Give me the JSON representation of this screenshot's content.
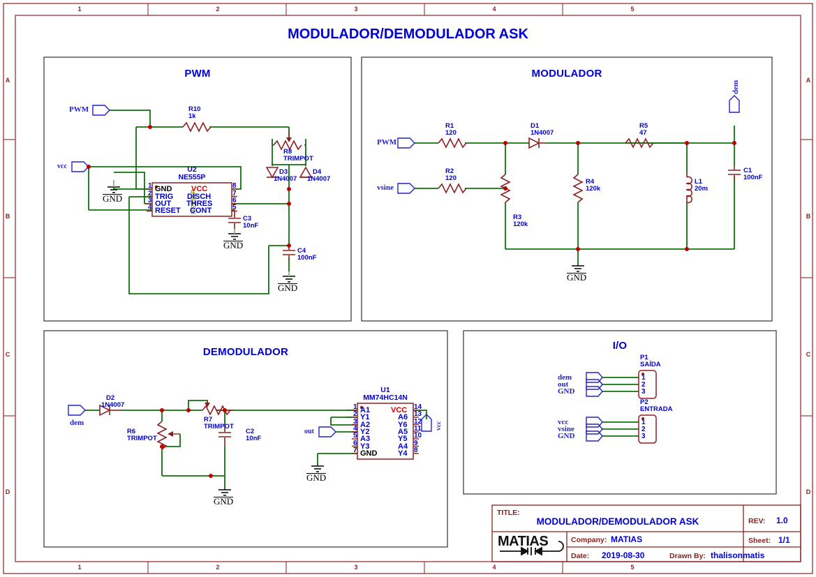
{
  "document": {
    "main_title": "MODULADOR/DEMODULADOR ASK",
    "frame_columns": [
      "1",
      "2",
      "3",
      "4",
      "5"
    ],
    "frame_rows": [
      "A",
      "B",
      "C",
      "D"
    ]
  },
  "blocks": {
    "pwm": {
      "title": "PWM"
    },
    "modulador": {
      "title": "MODULADOR"
    },
    "demodulador": {
      "title": "DEMODULADOR"
    },
    "io": {
      "title": "I/O"
    }
  },
  "pwm_circuit": {
    "flags": [
      {
        "name": "PWM",
        "label": "PWM"
      },
      {
        "name": "vcc",
        "label": "vcc"
      }
    ],
    "ic": {
      "ref": "U2",
      "part": "NE555P",
      "body_text": "NE555P",
      "pins_left": [
        {
          "num": "1",
          "name": "GND"
        },
        {
          "num": "2",
          "name": "TRIG"
        },
        {
          "num": "3",
          "name": "OUT"
        },
        {
          "num": "4",
          "name": "RESET"
        }
      ],
      "pins_right": [
        {
          "num": "8",
          "name": "VCC"
        },
        {
          "num": "7",
          "name": "DISCH"
        },
        {
          "num": "6",
          "name": "THRES"
        },
        {
          "num": "5",
          "name": "CONT"
        }
      ]
    },
    "components": [
      {
        "ref": "R10",
        "value": "1k"
      },
      {
        "ref": "R8",
        "value": "TRIMPOT"
      },
      {
        "ref": "D3",
        "value": "1N4007"
      },
      {
        "ref": "D4",
        "value": "1N4007"
      },
      {
        "ref": "C3",
        "value": "10nF"
      },
      {
        "ref": "C4",
        "value": "100nF"
      }
    ],
    "ground_label": "GND",
    "ground_count": 3
  },
  "modulador_circuit": {
    "flags": [
      {
        "name": "PWM",
        "label": "PWM"
      },
      {
        "name": "vsine",
        "label": "vsine"
      },
      {
        "name": "dem",
        "label": "dem"
      }
    ],
    "components": [
      {
        "ref": "R1",
        "value": "120"
      },
      {
        "ref": "R2",
        "value": "120"
      },
      {
        "ref": "R3",
        "value": "120k"
      },
      {
        "ref": "R4",
        "value": "120k"
      },
      {
        "ref": "R5",
        "value": "47"
      },
      {
        "ref": "D1",
        "value": "1N4007"
      },
      {
        "ref": "L1",
        "value": "20m"
      },
      {
        "ref": "C1",
        "value": "100nF"
      }
    ],
    "ground_label": "GND"
  },
  "demodulador_circuit": {
    "flags": [
      {
        "name": "dem",
        "label": "dem"
      },
      {
        "name": "out",
        "label": "out"
      },
      {
        "name": "vcc",
        "label": "vcc"
      }
    ],
    "components": [
      {
        "ref": "D2",
        "value": "1N4007"
      },
      {
        "ref": "R6",
        "value": "TRIMPOT"
      },
      {
        "ref": "R7",
        "value": "TRIMPOT"
      },
      {
        "ref": "C2",
        "value": "10nF"
      }
    ],
    "ic": {
      "ref": "U1",
      "part": "MM74HC14N",
      "pins_left": [
        {
          "num": "1",
          "name": "A1"
        },
        {
          "num": "2",
          "name": "Y1"
        },
        {
          "num": "3",
          "name": "A2"
        },
        {
          "num": "4",
          "name": "Y2"
        },
        {
          "num": "5",
          "name": "A3"
        },
        {
          "num": "6",
          "name": "Y3"
        },
        {
          "num": "7",
          "name": "GND"
        }
      ],
      "pins_right": [
        {
          "num": "14",
          "name": "VCC"
        },
        {
          "num": "13",
          "name": "A6"
        },
        {
          "num": "12",
          "name": "Y6"
        },
        {
          "num": "11",
          "name": "A5"
        },
        {
          "num": "10",
          "name": "Y5"
        },
        {
          "num": "9",
          "name": "A4"
        },
        {
          "num": "8",
          "name": "Y4"
        }
      ]
    },
    "ground_label": "GND"
  },
  "io_circuit": {
    "connectors": [
      {
        "ref": "P1",
        "name": "SAÍDA",
        "nets": [
          "dem",
          "out",
          "GND"
        ],
        "pins": [
          "1",
          "2",
          "3"
        ]
      },
      {
        "ref": "P2",
        "name": "ENTRADA",
        "nets": [
          "vcc",
          "vsine",
          "GND"
        ],
        "pins": [
          "1",
          "2",
          "3"
        ]
      }
    ]
  },
  "title_block": {
    "title_label": "TITLE:",
    "title_value": "MODULADOR/DEMODULADOR ASK",
    "rev_label": "REV:",
    "rev_value": "1.0",
    "company_label": "Company:",
    "company_value": "MATIAS",
    "sheet_label": "Sheet:",
    "sheet_value": "1/1",
    "date_label": "Date:",
    "date_value": "2019-08-30",
    "drawn_by_label": "Drawn By:",
    "drawn_by_value": "thalisonmatis",
    "logo_text": "MATIAS"
  },
  "colors": {
    "wire": "#107010",
    "component": "#8b2020",
    "junction": "#c00000",
    "label": "#0000c8",
    "frame": "#a04040",
    "block_border": "#404040"
  }
}
